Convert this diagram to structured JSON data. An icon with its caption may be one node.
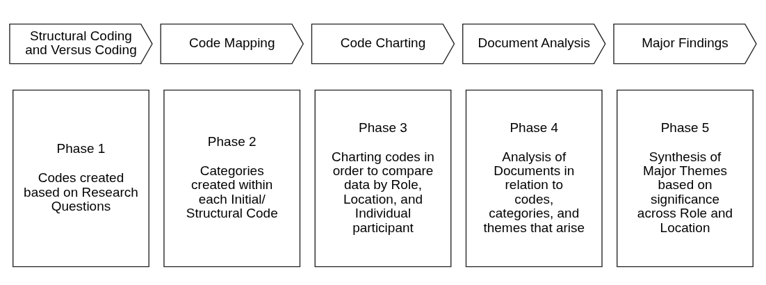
{
  "diagram": {
    "nodes": [
      {
        "text": [
          "Structural Coding and Versus Coding"
        ]
      },
      {
        "text": [
          "Code Mapping"
        ]
      },
      {
        "text": [
          "Code Charting"
        ]
      },
      {
        "text": [
          "Document Analysis"
        ]
      },
      {
        "text": [
          "Major Findings"
        ]
      },
      {
        "text": [
          "Phase 1",
          "Codes created based on Research Questions"
        ]
      },
      {
        "text": [
          "Phase 2",
          "Categories created within each Initial/ Structural Code"
        ]
      },
      {
        "text": [
          "Phase 3",
          "Charting codes in order to compare data by Role, Location, and Individual participant"
        ]
      },
      {
        "text": [
          "Phase 4",
          "Analysis of Documents in relation to codes, categories, and themes that arise"
        ]
      },
      {
        "text": [
          "Phase 5",
          "Synthesis of Major Themes based on significance across Role and Location"
        ]
      }
    ],
    "edges": []
  }
}
